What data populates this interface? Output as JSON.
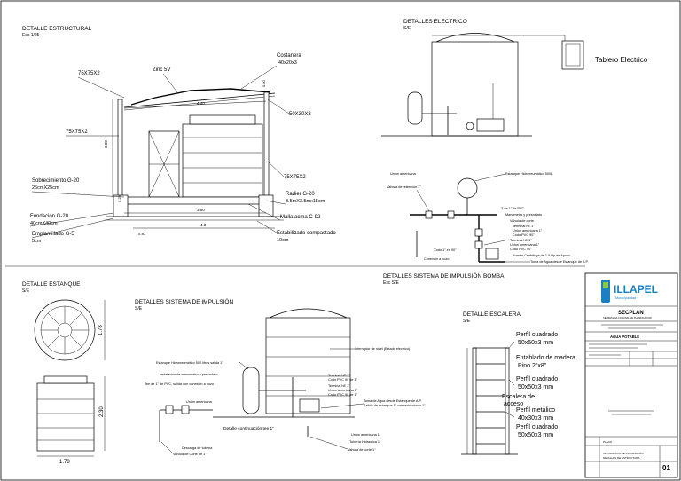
{
  "estructural": {
    "title": "DETALLE ESTRUCTURAL",
    "scale": "Esc 1/25",
    "labels": {
      "perfil_top": "75X75X2",
      "zinc": "Zinc 5V",
      "costanera": "Costanera",
      "costanera_dim": "40x20x3",
      "perfil_50": "50X30X3",
      "perfil_left": "75X75X2",
      "sobrecimiento": "Sobrecimiento G-20",
      "sobrecimiento_dim": "25cmX25cm",
      "perfil_right": "75X75X2",
      "radier": "Radier G-20",
      "radier_dim": "3.5mX3.5mx15cm",
      "fundacion": "Fundación G-20",
      "fundacion_dim": "40cmX40cm",
      "malla": "Malla acma C-92",
      "emplantillado": "Emplantillado G-5",
      "emplantillado_dim": "5cm",
      "estabilizado": "Estabilizado compactado",
      "estabilizado_dim": "10cm"
    },
    "dims": {
      "d440": "4.40",
      "d300": "3.00",
      "d350": "3.50",
      "d43": "4.3",
      "d040": "0.40",
      "d025": "0.25",
      "d080": "0.80"
    }
  },
  "electrico": {
    "title": "DETALLES ELECTRICO",
    "scale": "S/E",
    "tablero": "Tablero Electrico"
  },
  "bomba": {
    "title": "DETALLES SISTEMA DE IMPULSIÓN BOMBA",
    "scale": "Esc S/E",
    "labels": {
      "estanque_hidro": "Estanque Hidroneumático 500L",
      "union_americana": "Union americana",
      "valvula_retencion": "Valvula de retención 1\"",
      "tee": "T de 1\" de PVC",
      "manometro": "Manometro y presostato",
      "valvula_corte": "Valvula de corte",
      "terminal_1": "Terminal hE 1\"",
      "union_am_1": "Union americana 1\"",
      "codo_pvc": "Codo PVC 90°",
      "terminal_2": "Terminal hE 1\"",
      "union_am_2": "Union americana 1\"",
      "codo_pvc_2": "Codo PVC 90°",
      "codo_90": "Codo 1\" en 90°",
      "conexion": "Conexion a pozo",
      "bomba": "Bomba Centrifuga de 1.5 Hp de Apoyo",
      "toma": "Toma de Agua desde Estanque de A.P."
    }
  },
  "estanque": {
    "title": "DETALLE ESTANQUE",
    "scale": "S/E",
    "d178v": "1.78",
    "d230": "2.30",
    "d178h": "1.78"
  },
  "impulsion": {
    "title": "DETALLES SISTEMA DE IMPULSIÓN",
    "scale": "S/E",
    "labels": {
      "interruptor": "Interruptor de nivel (Estado electrico)",
      "estanque_hidro": "Estanque Hidroneumático 500 litros salida 1\"",
      "instalacion": "Instalación de manometro y presostato",
      "tee": "Tee de 1\" de PVC, salida con conexión a pozo",
      "union_am": "Union americana",
      "terminal_a": "Terminal hE 1\"",
      "codo_a": "Codo PVC 90 de 1\"",
      "terminal_b": "Terminal hE 1\"",
      "union_b": "Union americana 1\"",
      "codo_b": "Codo PVC 90 de 1\"",
      "toma": "Toma de Agua desde Estanque de A.P.",
      "salida": "Salida de estanque 1\" con reducción a 1\"",
      "detalle_cont": "Detalle continuación tee 1\"",
      "union_am_1": "Union americana 1\"",
      "tuberia": "Tubería Hidraulica 1\"",
      "valvula_corte": "Valvula de corte 1\"",
      "descarga": "Descarga de tubería",
      "valvula_corte2": "Valvula de Corte de 1\""
    }
  },
  "escalera": {
    "title": "DETALLE ESCALERA",
    "scale": "S/E",
    "labels": {
      "p1": "Perfil cuadrado",
      "p1d": "50x50x3  mm",
      "entablado": "Entablado de madera",
      "entablado_d": "Pino  2\"x8\"",
      "p2": "Perfil cuadrado",
      "p2d": "50x50x3  mm",
      "escalera": "Escalera de",
      "escalera2": "acceso",
      "p3": "Perfil metálico",
      "p3d": "40x30x3  mm",
      "p4": "Perfil cuadrado",
      "p4d": "50x50x3  mm"
    }
  },
  "titleblock": {
    "logo_text": "ILLAPEL",
    "logo_sub": "Municipalidad",
    "org": "SECPLAN",
    "org_sub": "SECRETARIA COMUNAL DE PLANIFICACION",
    "project": "AGUA POTABLE",
    "sheet_num": "01",
    "sheet_title": "INSTALACION DE INSTALACIÓN",
    "sheet_sub": "DETALLES DE ESTRUCTURA"
  }
}
